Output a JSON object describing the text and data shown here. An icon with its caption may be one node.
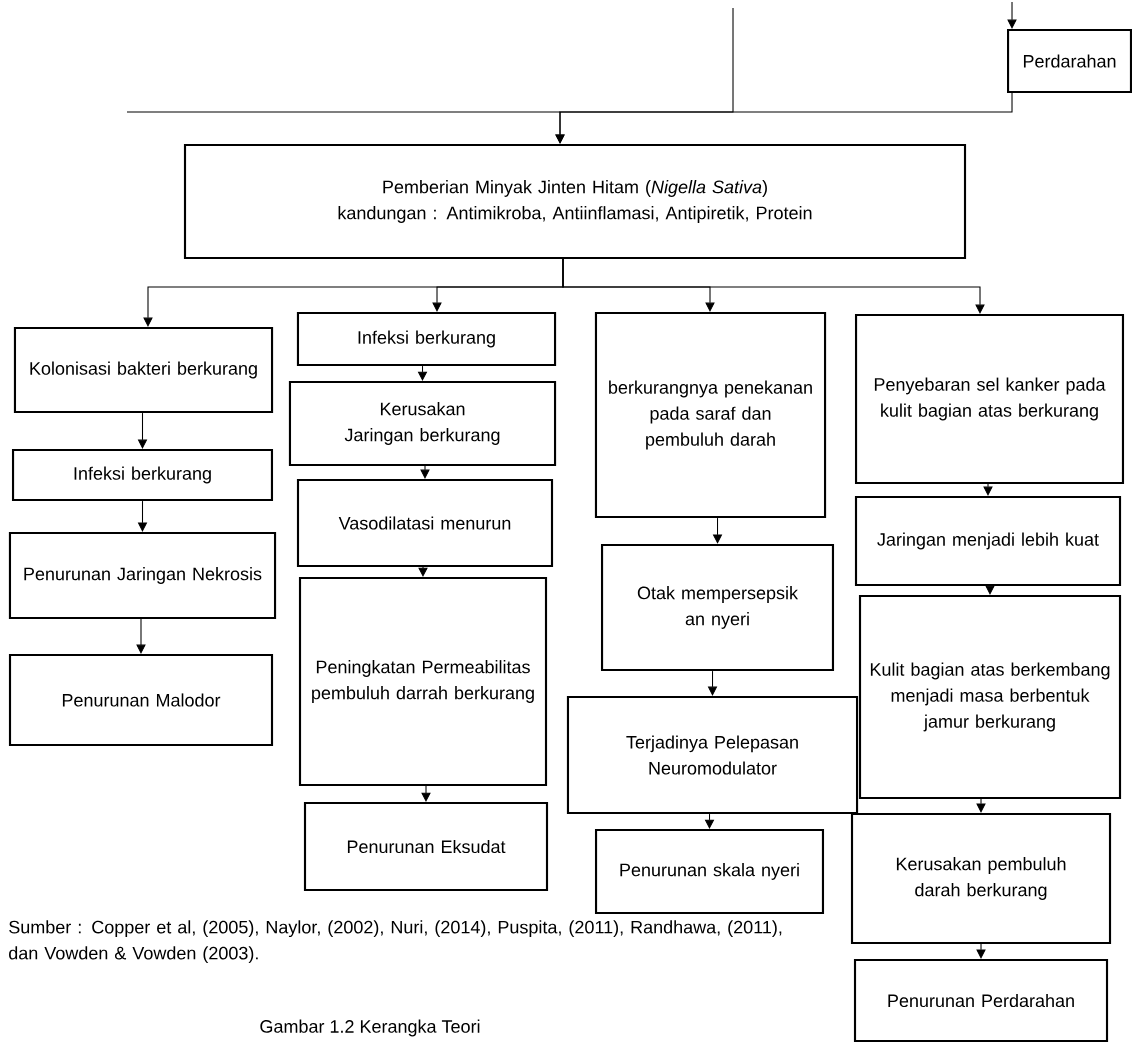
{
  "diagram": {
    "caption": "Gambar 1.2 Kerangka Teori",
    "nodes": [
      {
        "text": [
          "Perdarahan"
        ]
      },
      {
        "text": [
          "Pemberian Minyak Jinten Hitam (*Nigella Sativa*) kandungan : Antimikroba, Antiinflamasi, Antipiretik, Protein"
        ]
      },
      {
        "text": [
          "Kolonisasi bakteri berkurang"
        ]
      },
      {
        "text": [
          "Infeksi berkurang"
        ]
      },
      {
        "text": [
          "Penurunan Jaringan Nekrosis"
        ]
      },
      {
        "text": [
          "Penurunan Malodor"
        ]
      },
      {
        "text": [
          "Infeksi berkurang"
        ]
      },
      {
        "text": [
          "Kerusakan Jaringan berkurang"
        ]
      },
      {
        "text": [
          "Vasodilatasi menurun"
        ]
      },
      {
        "text": [
          "Peningkatan Permeabilitas pembuluh darrah berkurang"
        ]
      },
      {
        "text": [
          "Penurunan Eksudat"
        ]
      },
      {
        "text": [
          "berkurangnya penekanan pada saraf dan pembuluh darah"
        ]
      },
      {
        "text": [
          "Otak mempersepsik an nyeri"
        ]
      },
      {
        "text": [
          "Terjadinya Pelepasan Neuromodulator"
        ]
      },
      {
        "text": [
          "Penurunan skala nyeri"
        ]
      },
      {
        "text": [
          "Penyebaran sel kanker pada kulit bagian atas berkurang"
        ]
      },
      {
        "text": [
          "Jaringan menjadi lebih kuat"
        ]
      },
      {
        "text": [
          "Kulit bagian atas berkembang menjadi masa berbentuk jamur berkurang"
        ]
      },
      {
        "text": [
          "Kerusakan pembuluh darah berkurang"
        ]
      },
      {
        "text": [
          "Penurunan Perdarahan"
        ]
      }
    ],
    "edges": [
      {
        "from": null,
        "to": 0,
        "arrow": "to"
      },
      {
        "from": null,
        "to": 1,
        "arrow": "to"
      },
      {
        "from": 0,
        "to": 1,
        "arrow": "to"
      },
      {
        "from": 1,
        "to": 2,
        "arrow": "to"
      },
      {
        "from": 1,
        "to": 6,
        "arrow": "to"
      },
      {
        "from": 1,
        "to": 11,
        "arrow": "to"
      },
      {
        "from": 1,
        "to": 15,
        "arrow": "to"
      },
      {
        "from": 2,
        "to": 3,
        "arrow": "to"
      },
      {
        "from": 3,
        "to": 4,
        "arrow": "to"
      },
      {
        "from": 4,
        "to": 5,
        "arrow": "to"
      },
      {
        "from": 6,
        "to": 7,
        "arrow": "to"
      },
      {
        "from": 7,
        "to": 8,
        "arrow": "to"
      },
      {
        "from": 8,
        "to": 9,
        "arrow": "to"
      },
      {
        "from": 9,
        "to": 10,
        "arrow": "to"
      },
      {
        "from": 11,
        "to": 12,
        "arrow": "to"
      },
      {
        "from": 12,
        "to": 13,
        "arrow": "to"
      },
      {
        "from": 13,
        "to": 14,
        "arrow": "to"
      },
      {
        "from": 15,
        "to": 16,
        "arrow": "to"
      },
      {
        "from": 16,
        "to": 17,
        "arrow": "to"
      },
      {
        "from": 17,
        "to": 18,
        "arrow": "to"
      },
      {
        "from": 18,
        "to": 19,
        "arrow": "to"
      }
    ],
    "labels": [
      "Sumber : Copper et al, (2005), Naylor, (2002), Nuri, (2014), Puspita, (2011), Randhawa, (2011), dan Vowden & Vowden (2003)."
    ]
  }
}
